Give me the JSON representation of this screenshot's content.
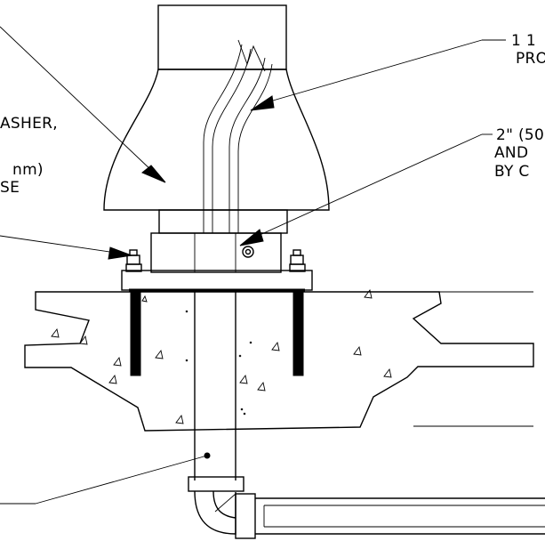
{
  "labels": {
    "top_right_1": "1 1",
    "top_right_2": "PRO",
    "mid_right_1": "2\" (50",
    "mid_right_2": "AND",
    "mid_right_3": "BY C",
    "left_1": "ASHER,",
    "left_2": "nm)",
    "left_3": "SE"
  },
  "colors": {
    "line": "#000000",
    "background": "#ffffff"
  }
}
